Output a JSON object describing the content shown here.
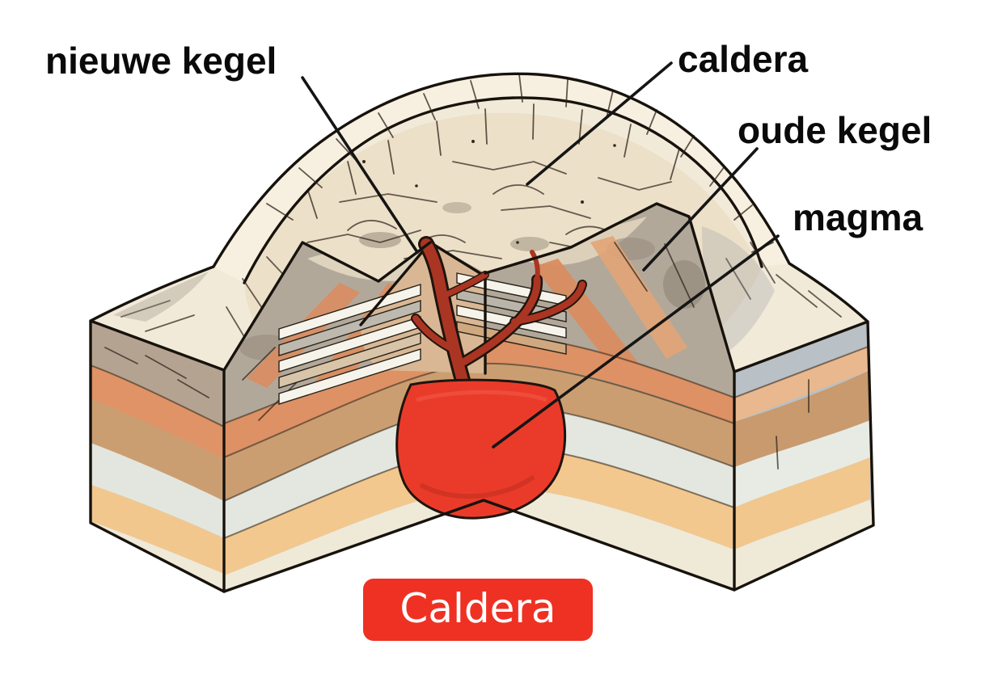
{
  "diagram": {
    "type": "volcano-caldera-cutaway-cross-section",
    "language": "Dutch",
    "labels": {
      "nieuwe_kegel": "nieuwe kegel",
      "caldera": "caldera",
      "oude_kegel": "oude kegel",
      "magma": "magma"
    },
    "badge": {
      "label": "Caldera"
    },
    "colors": {
      "background": "#ffffff",
      "label_text": "#0a0a0a",
      "leader_line": "#151515",
      "outline": "#17120c",
      "badge_background": "#ef3123",
      "badge_text": "#ffffff",
      "magma_chamber": "#ea3b2a",
      "magma_vein": "#ab3523",
      "surface_cream": "#f2ead9",
      "rim_band": "#f7f0e0",
      "caldera_floor": "#ece0c8",
      "interior_rock": "#b2a89a",
      "lava_band_orange": "#d98c60",
      "strata": [
        "#b5a392",
        "#dd9164",
        "#cb9e72",
        "#e3e7e0",
        "#f2c88f",
        "#efe9d8"
      ]
    }
  }
}
